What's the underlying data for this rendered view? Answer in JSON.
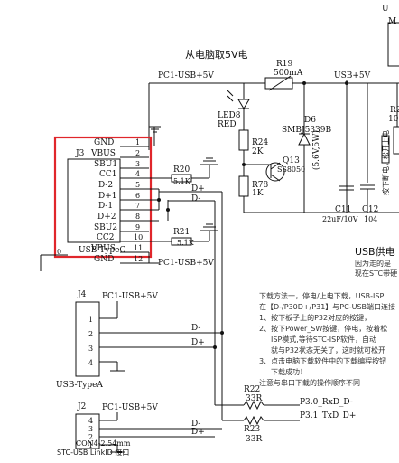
{
  "title": "从电脑取5V电",
  "net_pc_usb_5v": "PC1-USB+5V",
  "net_usb_5v": "USB+5V",
  "net_dp": "D+",
  "net_dm": "D-",
  "fragment_top_right_1": "U",
  "fragment_top_right_2": "M",
  "j3": {
    "ref": "J3",
    "name": "USB-TypeC",
    "pins": [
      "GND",
      "VBUS",
      "SBU1",
      "CC1",
      "D-2",
      "D+1",
      "D-1",
      "D+2",
      "SBU2",
      "CC2",
      "VBUS",
      "GND"
    ],
    "pin_numbers": [
      "1",
      "2",
      "3",
      "4",
      "5",
      "6",
      "7",
      "8",
      "9",
      "10",
      "11",
      "12"
    ],
    "shell_pin": "0"
  },
  "j4": {
    "ref": "J4",
    "name": "USB-TypeA",
    "pin_numbers": [
      "1",
      "2",
      "3",
      "4"
    ]
  },
  "j2": {
    "ref": "J2",
    "name": "CON4-2.54mm",
    "subtitle": "STC-USB LinkID 接口",
    "pin_numbers": [
      "4",
      "3",
      "2",
      "1"
    ]
  },
  "r19": {
    "ref": "R19",
    "value": "500mA"
  },
  "r20": {
    "ref": "R20",
    "value": "5.1K"
  },
  "r21": {
    "ref": "R21",
    "value": "5.1K"
  },
  "r22": {
    "ref": "R22",
    "value": "33R"
  },
  "r23": {
    "ref": "R23",
    "value": "33R"
  },
  "r24": {
    "ref": "R24",
    "value": "2K"
  },
  "r78": {
    "ref": "R78",
    "value": "1K"
  },
  "r25_fragment": "R2",
  "r25_value_fragment": "10K",
  "led8": {
    "ref": "LED8",
    "color": "RED"
  },
  "d6": {
    "ref": "D6",
    "part": "SMBJ5339B",
    "rating": "(5.6V,5W)"
  },
  "q13": {
    "ref": "Q13",
    "part": "SS8050"
  },
  "c11": {
    "ref": "C11",
    "value": "22uF/10V"
  },
  "c12": {
    "ref": "C12",
    "value": "104"
  },
  "side_label": "按下断电，松开上电",
  "usb_power": {
    "title": "USB供电",
    "line1": "因为走的是",
    "line2": "现在STC带硬"
  },
  "net_p30": "P3.0_RxD_D-",
  "net_p31": "P3.1_TxD_D+",
  "download_notes": {
    "line1": "下载方法一，停电/上电下载，USB-ISP",
    "line2": "在【D-/P30D+/P31】与PC-USB端口连接",
    "step1": "1、按下板子上的P32对应的按键，",
    "step2": "2、按下Power_SW按键，停电，按着松",
    "step2b": "ISP模式,等待STC-ISP软件，自动",
    "step2c": "就与P32状态无关了，这时就可松开",
    "step3": "3、点击电脑下载软件中的下载编程按钮",
    "step3b": "下载成功！",
    "tail": "注意与串口下载的操作顺序不同"
  },
  "colors": {
    "highlight": "#e0262b",
    "wire": "#111111",
    "note_text": "#333333"
  }
}
